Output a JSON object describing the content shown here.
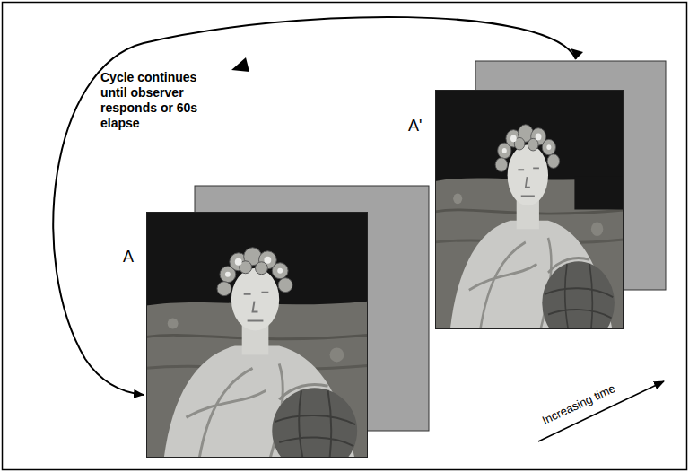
{
  "diagram": {
    "nodes": [
      {
        "text": [
          "A"
        ]
      },
      {
        "text": [
          "A'"
        ]
      }
    ],
    "labels": [
      "Cycle continues until observer responds or 60s elapse",
      "Increasing time"
    ]
  }
}
